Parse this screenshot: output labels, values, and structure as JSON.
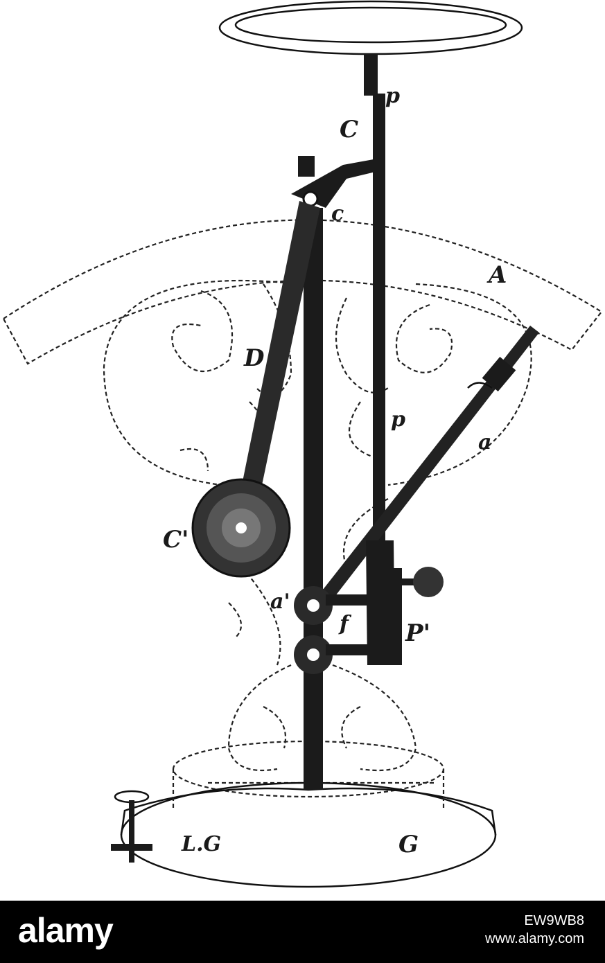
{
  "labels": {
    "C_top": "C",
    "p_top": "p",
    "c_small": "c",
    "A": "A",
    "D": "D",
    "p_mid": "p",
    "a_right": "a",
    "C_prime": "C'",
    "a_prime": "a'",
    "f": "f",
    "P_prime": "P'",
    "LG": "L.G",
    "G": "G"
  },
  "watermark": {
    "brand": "alamy",
    "image_id": "EW9WB8",
    "site": "www.alamy.com"
  }
}
